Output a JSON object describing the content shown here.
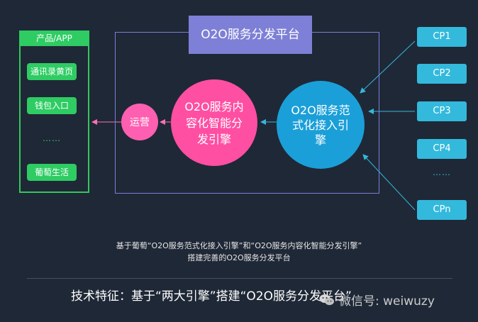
{
  "platform": {
    "title": "O2O服务分发平台"
  },
  "product": {
    "header": "产品/APP",
    "items": [
      "通讯录黄页",
      "钱包入口",
      "葡萄生活"
    ],
    "dots": "……"
  },
  "engines": {
    "ops": "运营",
    "smart_line1": "O2O服务内",
    "smart_line2": "容化智能分",
    "smart_line3": "发引擎",
    "format_line1": "O2O服务范",
    "format_line2": "式化接入引",
    "format_line3": "擎"
  },
  "cps": [
    "CP1",
    "CP2",
    "CP3",
    "CP4",
    "CPn"
  ],
  "cp_dots": "……",
  "captions": {
    "line1": "基于葡萄“O2O服务范式化接入引擎”和“O2O服务内容化智能分发引擎”",
    "line2": "搭建完善的O2O服务分发平台"
  },
  "feature": "技术特征：基于“两大引擎”搭建“O2O服务分发平台”",
  "watermark": {
    "text": "微信号: weiwuzy",
    "icon": "wechat-icon"
  },
  "colors": {
    "background": "#1f2836",
    "green": "#2ecc63",
    "purple": "#7d80d6",
    "pink": "#ff4fa3",
    "blue": "#1b9fd8",
    "cyan": "#33b9dc"
  }
}
